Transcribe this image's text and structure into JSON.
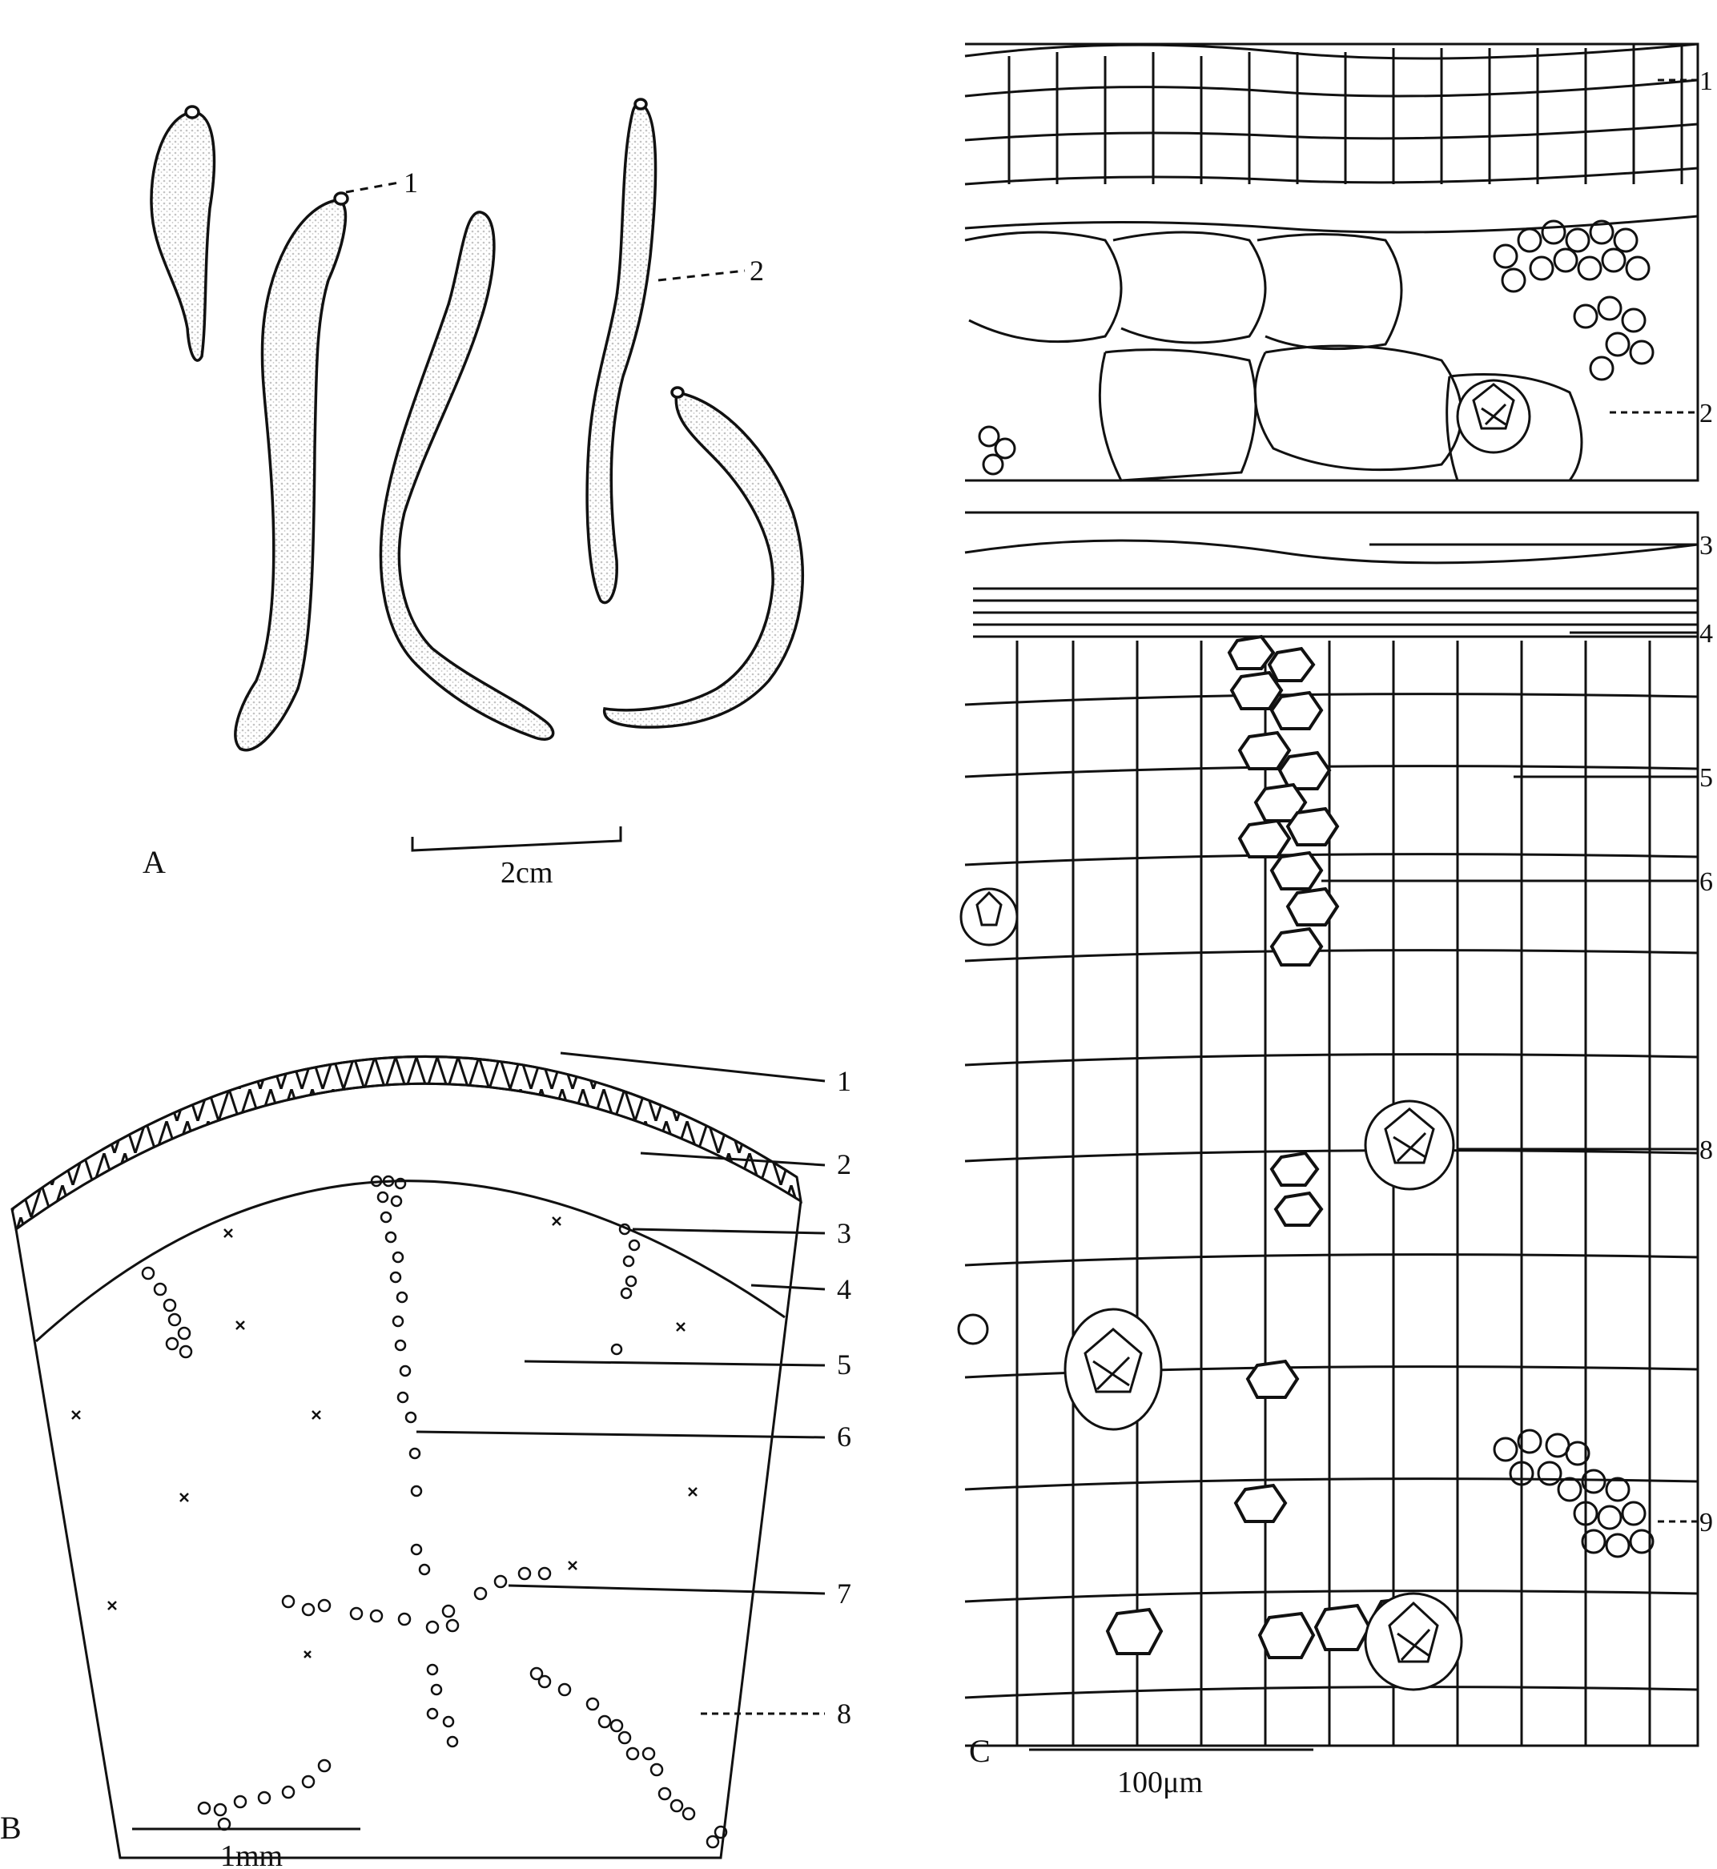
{
  "panels": {
    "A": {
      "letter": "A",
      "scale_label": "2cm",
      "callouts": [
        "1",
        "2"
      ]
    },
    "B": {
      "letter": "B",
      "scale_label": "1mm",
      "callouts": [
        "1",
        "2",
        "3",
        "4",
        "5",
        "6",
        "7",
        "8"
      ]
    },
    "C": {
      "letter": "C",
      "scale_label": "100μm",
      "callouts": [
        "1",
        "2",
        "3",
        "4",
        "5",
        "6",
        "8",
        "9"
      ]
    }
  },
  "colors": {
    "ink": "#111111",
    "paper": "#ffffff"
  }
}
